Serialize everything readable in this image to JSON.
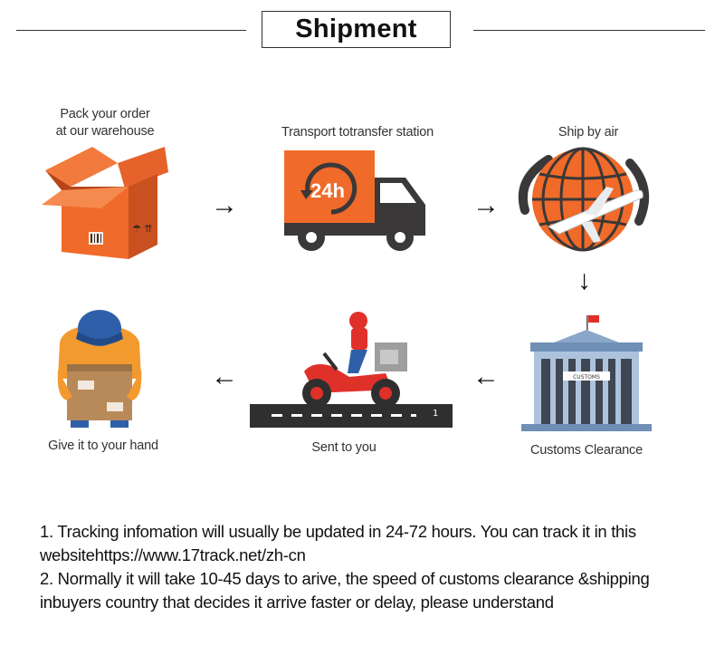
{
  "header": {
    "title": "Shipment"
  },
  "steps": [
    {
      "label_line1": "Pack your order",
      "label_line2": "at our warehouse",
      "icon": "package-box-icon"
    },
    {
      "label": "Transport totransfer station",
      "icon": "delivery-truck-icon",
      "badge": "24h"
    },
    {
      "label": "Ship by air",
      "icon": "globe-airplane-icon"
    },
    {
      "label": "Customs Clearance",
      "icon": "customs-building-icon",
      "sign": "CUSTOMS"
    },
    {
      "label": "Sent to you",
      "icon": "scooter-courier-icon",
      "road_marker": "1"
    },
    {
      "label": "Give it to your hand",
      "icon": "person-holding-box-icon"
    }
  ],
  "arrows": {
    "right": "→",
    "down": "↓",
    "left": "←"
  },
  "notes": {
    "line1": "1. Tracking infomation will usually be updated in 24-72 hours. You can track it in this",
    "line2": "websitehttps://www.17track.net/zh-cn",
    "line3": "2. Normally it will take 10-45 days to arive, the speed of customs clearance &shipping",
    "line4": "inbuyers country that decides it arrive faster or delay, please understand"
  },
  "colors": {
    "orange": "#F06A2A",
    "dark": "#3A3838",
    "blue": "#2F5FA8",
    "red": "#E0302A"
  }
}
